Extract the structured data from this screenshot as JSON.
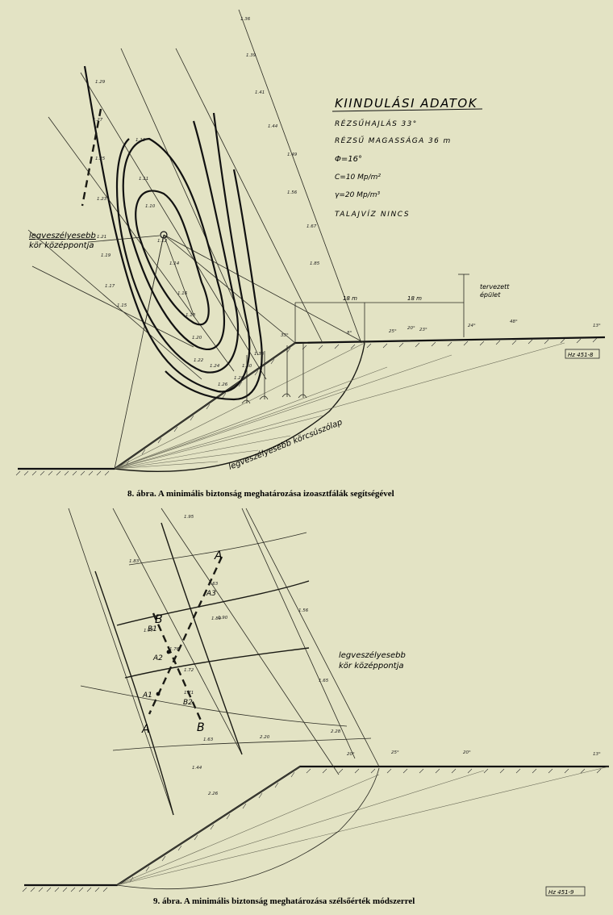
{
  "fig8": {
    "data_box": {
      "title": "KIINDULÁSI ADATOK",
      "lines": [
        "RÉZSŰHAJLÁS 33°",
        "RÉZSŰ MAGASSÁGA 36 m",
        "Φ=16°",
        "C=10 Mp/m²",
        "γ=20 Mp/m³",
        "TALAJVÍZ NINCS"
      ]
    },
    "center_label_1": "legveszélyesebb",
    "center_label_2": "kör középpontja",
    "building_label_1": "tervezett",
    "building_label_2": "épület",
    "slip_label": "legveszélyesebb körcsúszólap",
    "dim_a": "18 m",
    "dim_b": "18 m",
    "ref_code": "Hz 451-8",
    "caption": "8. ábra. A minimális biztonság meghatározása izoasztfálák segítségével",
    "contour_values": [
      "1.29",
      "1.27",
      "1.25",
      "1.23",
      "1.21",
      "1.19",
      "1.17",
      "1.15",
      "1.13",
      "1.11",
      "1.10",
      "1.12",
      "1.14",
      "1.16",
      "1.18",
      "1.20",
      "1.22",
      "1.24",
      "1.26",
      "1.28",
      "1.30",
      "1.33",
      "1.36",
      "1.39",
      "1.41",
      "1.44",
      "1.49",
      "1.56",
      "1.67",
      "1.85"
    ],
    "angle_labels": [
      "33°",
      "8°",
      "25°",
      "23°",
      "20°",
      "24°",
      "48°",
      "13°"
    ]
  },
  "fig9": {
    "label_A_top": "A",
    "label_B_top": "B",
    "label_A_bottom": "A",
    "label_B_bottom": "B",
    "label_A1": "A1",
    "label_A2": "A2",
    "label_A3": "A3",
    "label_B1": "B1",
    "label_B2": "B2",
    "center_label_1": "legveszélyesebb",
    "center_label_2": "kör középpontja",
    "values": [
      "1.95",
      "1.83",
      "1.63",
      "1.90",
      "1.56",
      "1.76",
      "1.65",
      "1.72",
      "1.77",
      "1.89",
      "1.71",
      "1.63",
      "2.20",
      "1.44",
      "2.28",
      "2.26"
    ],
    "angle_labels": [
      "20°",
      "25°",
      "20°",
      "13°"
    ],
    "ref_code": "Hz 451-9",
    "caption": "9. ábra. A minimális biztonság meghatározása szélsőérték módszerrel"
  }
}
